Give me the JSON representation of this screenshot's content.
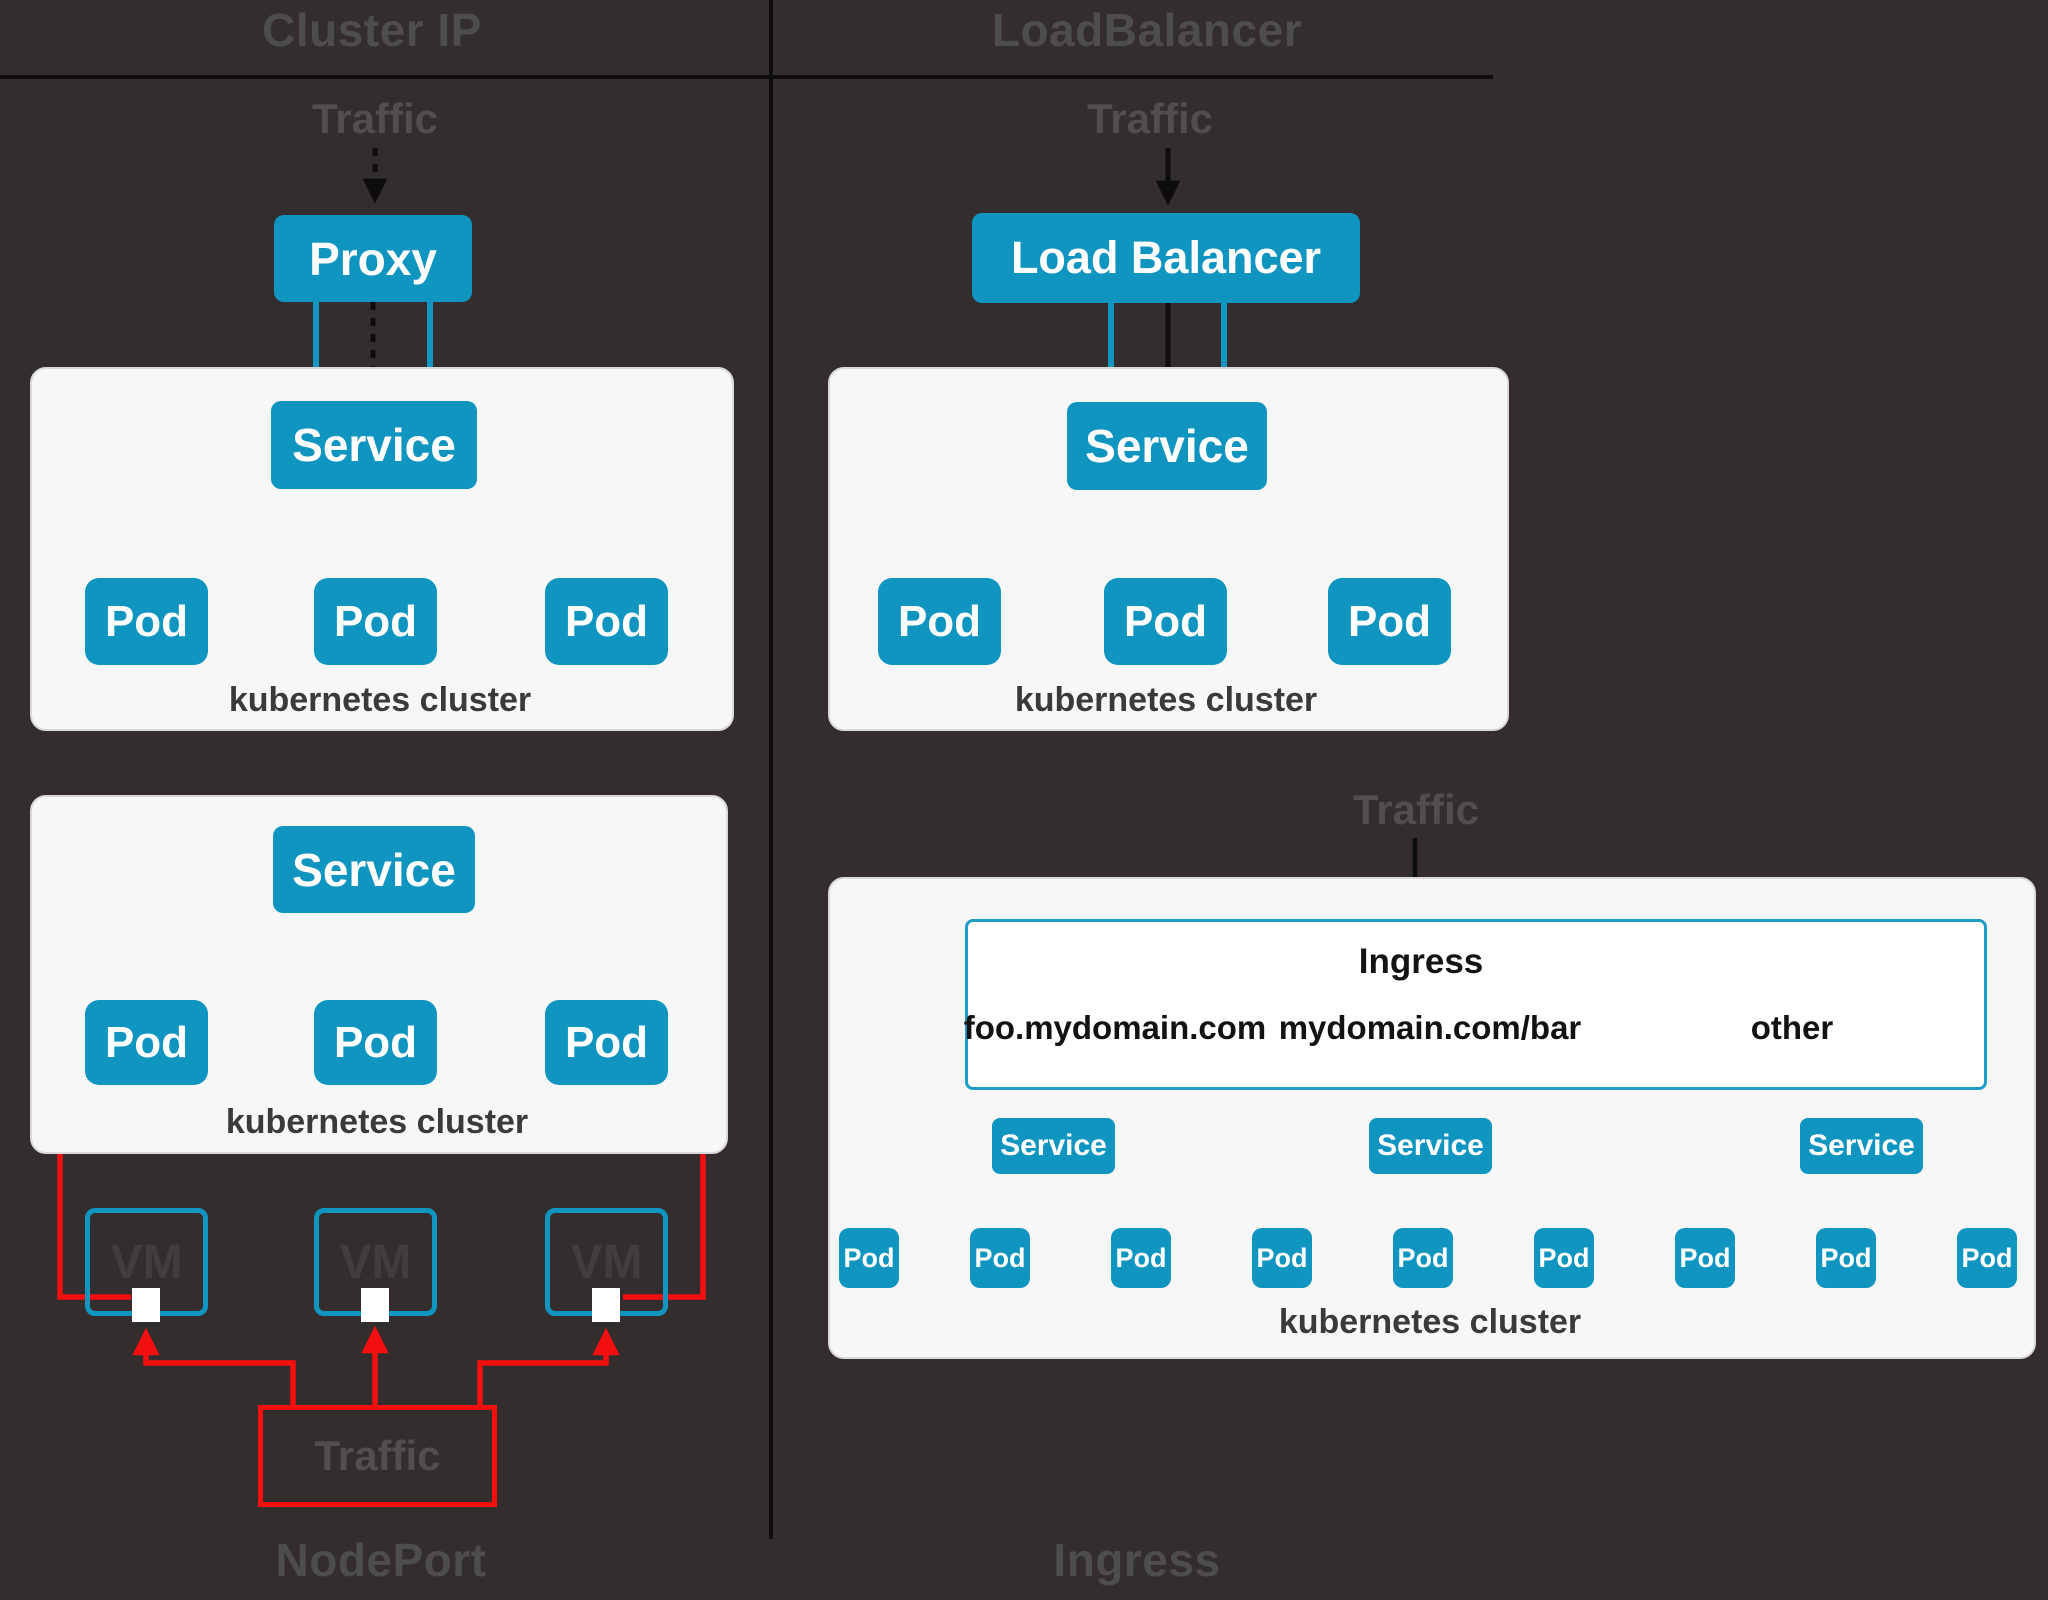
{
  "colors": {
    "background": "#332d2e",
    "node_blue": "#1095c1",
    "white_panel": "#f7f7f7",
    "red_accent": "#f50f0f",
    "black_line": "#0d0d0d",
    "title_gray": "#4d4d4d",
    "label_dark": "#3a3a3a"
  },
  "q": {
    "cluster_ip": {
      "title": "Cluster IP",
      "traffic_label": "Traffic",
      "proxy_label": "Proxy",
      "service_label": "Service",
      "pods": [
        "Pod",
        "Pod",
        "Pod"
      ],
      "cluster_label": "kubernetes cluster"
    },
    "load_balancer": {
      "title": "LoadBalancer",
      "traffic_label": "Traffic",
      "lb_label": "Load Balancer",
      "service_label": "Service",
      "pods": [
        "Pod",
        "Pod",
        "Pod"
      ],
      "cluster_label": "kubernetes cluster"
    },
    "node_port": {
      "title": "NodePort",
      "traffic_label": "Traffic",
      "service_label": "Service",
      "pods": [
        "Pod",
        "Pod",
        "Pod"
      ],
      "vms": [
        "VM",
        "VM",
        "VM"
      ],
      "cluster_label": "kubernetes cluster"
    },
    "ingress": {
      "title": "Ingress",
      "traffic_label": "Traffic",
      "ingress_label": "Ingress",
      "routes": [
        "foo.mydomain.com",
        "mydomain.com/bar",
        "other"
      ],
      "services": [
        "Service",
        "Service",
        "Service"
      ],
      "pods": [
        "Pod",
        "Pod",
        "Pod",
        "Pod",
        "Pod",
        "Pod",
        "Pod",
        "Pod",
        "Pod"
      ],
      "cluster_label": "kubernetes cluster"
    }
  }
}
